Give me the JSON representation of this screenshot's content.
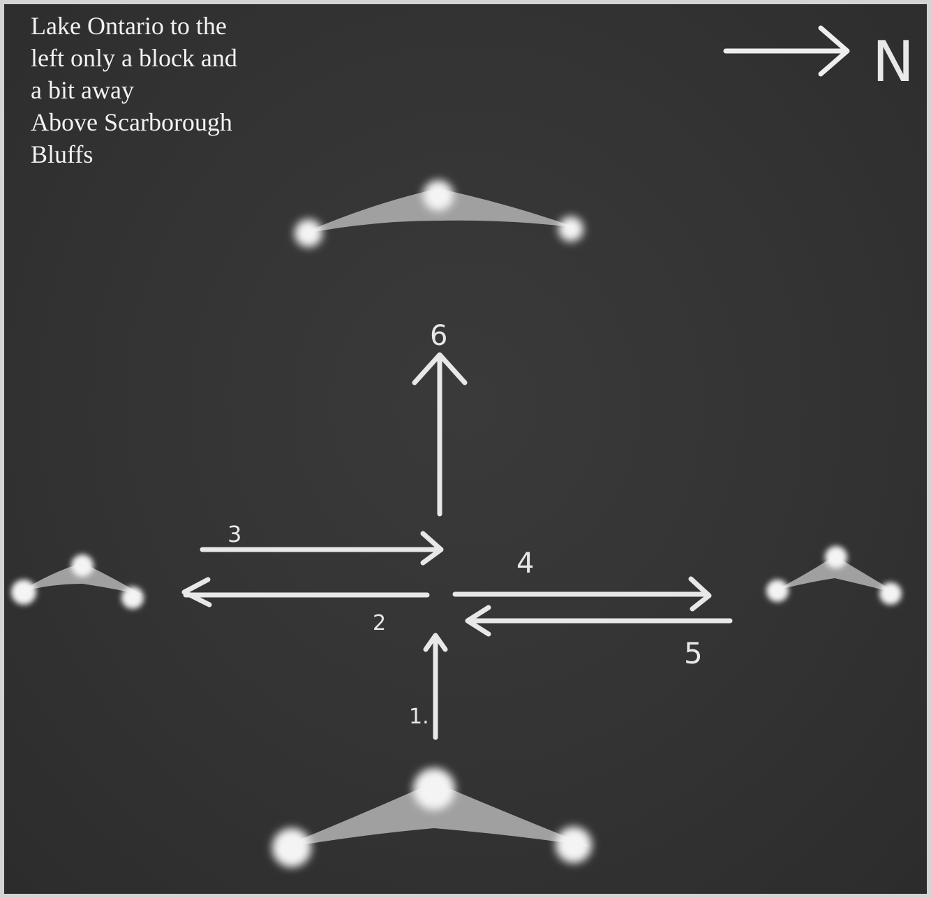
{
  "caption": {
    "lines": [
      "Lake Ontario to the",
      "left only a block and",
      "a bit away",
      "Above Scarborough",
      "Bluffs"
    ]
  },
  "compass": {
    "label": "N",
    "icon": "arrow-right-icon"
  },
  "step_labels": {
    "s1": "1.",
    "s2": "2",
    "s3": "3",
    "s4": "4",
    "s5": "5",
    "s6": "6"
  },
  "colors": {
    "background": "#333333",
    "arrow": "#e8e8e8",
    "object_fill": "#9a9a9a",
    "object_light": "#f0f0f0"
  }
}
